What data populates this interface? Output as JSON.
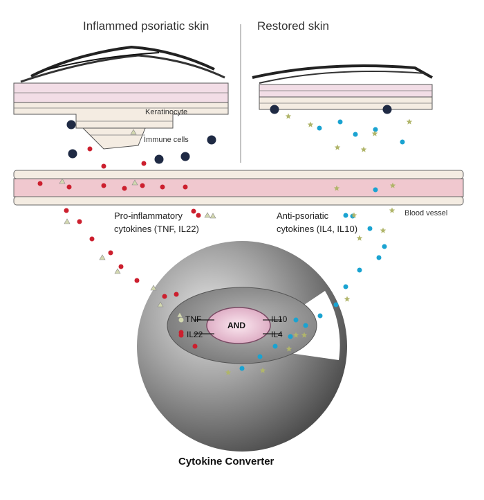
{
  "panels": {
    "left_title": "Inflammed psoriatic skin",
    "right_title": "Restored skin"
  },
  "labels": {
    "keratinocyte": "Keratinocyte",
    "immune_cells": "Immune cells",
    "blood_vessel": "Blood vessel",
    "pro_inflammatory_line1": "Pro-inflammatory",
    "pro_inflammatory_line2": "cytokines (TNF, IL22)",
    "anti_psoriatic_line1": "Anti-psoriatic",
    "anti_psoriatic_line2": "cytokines (IL4, IL10)"
  },
  "converter": {
    "gate_label": "AND",
    "input_1": "TNF",
    "input_2": "IL22",
    "output_1": "IL10",
    "output_2": "IL4",
    "caption": "Cytokine Converter"
  },
  "colors": {
    "tnf_marker": "#d3d8b0",
    "il22_marker": "#cc1f2e",
    "il10_marker": "#1aa3d1",
    "il4_marker": "#b0b56a",
    "vessel_fill": "#f0c8cf",
    "keratinocyte_fill": "#f2dde6",
    "sphere": "#8a8a8a"
  }
}
